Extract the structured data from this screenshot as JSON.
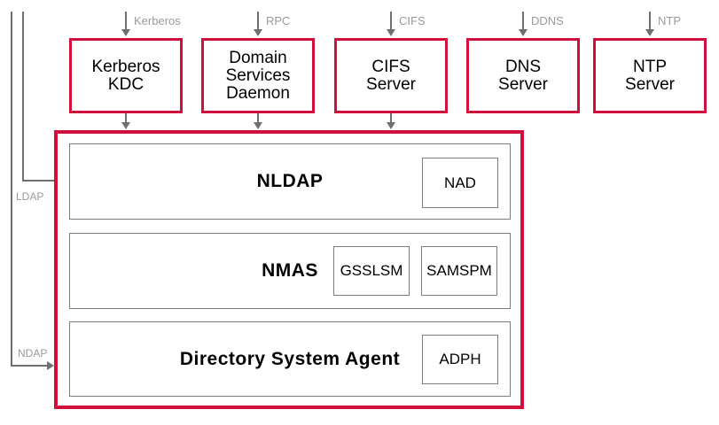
{
  "colors": {
    "accent_red": "#d0103c",
    "box_border_gray": "#7d7d7d",
    "line_gray": "#6f6f6f",
    "label_gray": "#9a9a9a"
  },
  "top_services": [
    {
      "protocol": "Kerberos",
      "label": "Kerberos\nKDC"
    },
    {
      "protocol": "RPC",
      "label": "Domain\nServices\nDaemon"
    },
    {
      "protocol": "CIFS",
      "label": "CIFS\nServer"
    },
    {
      "protocol": "DDNS",
      "label": "DNS\nServer"
    },
    {
      "protocol": "NTP",
      "label": "NTP\nServer"
    }
  ],
  "left_protocols": {
    "ldap": "LDAP",
    "ndap": "NDAP"
  },
  "core": {
    "rows": [
      {
        "title": "NLDAP",
        "modules": [
          "NAD"
        ]
      },
      {
        "title": "NMAS",
        "modules": [
          "GSSLSM",
          "SAMSPM"
        ]
      },
      {
        "title": "Directory System Agent",
        "modules": [
          "ADPH"
        ]
      }
    ]
  }
}
